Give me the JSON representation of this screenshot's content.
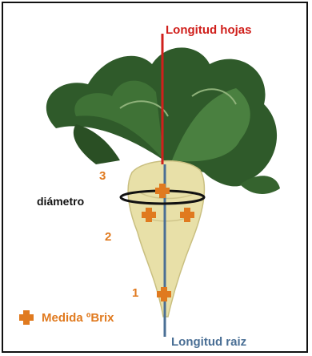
{
  "labels": {
    "leaf_length": "Longitud hojas",
    "root_length": "Longitud raiz",
    "diameter": "diámetro",
    "brix_legend": "Medida ºBrix",
    "point_1": "1",
    "point_2": "2",
    "point_3": "3"
  },
  "colors": {
    "leaf_axis": "#d0201c",
    "root_axis": "#4a6f95",
    "brix_marker": "#e07a1f",
    "point_numbers": "#e07a1f",
    "diameter_ring": "#111111",
    "leaf_green": "#2f5a2a",
    "root_cream": "#e8e0a8"
  },
  "icons": {
    "brix_marker": "cross-marker-icon"
  }
}
